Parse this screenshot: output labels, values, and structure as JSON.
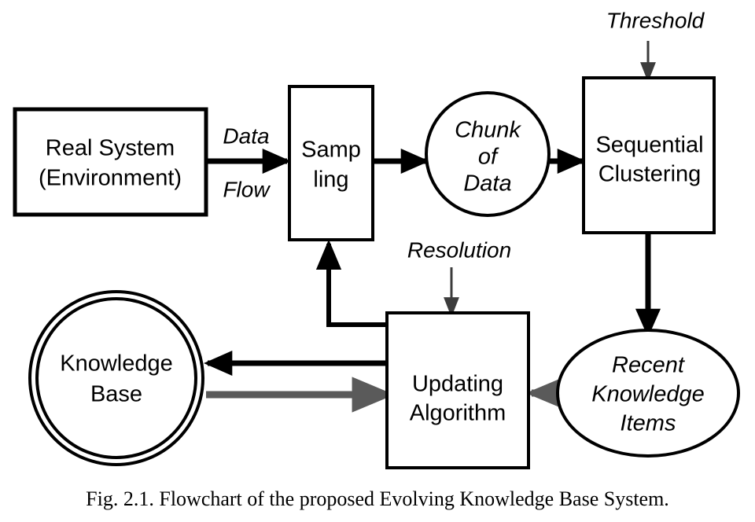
{
  "figure": {
    "caption": "Fig. 2.1. Flowchart of the proposed Evolving Knowledge Base System.",
    "colors": {
      "stroke_black": "#000000",
      "stroke_gray": "#5a5a5a",
      "fill_white": "#ffffff",
      "background": "#ffffff"
    }
  },
  "chart_data": {
    "type": "diagram",
    "diagram_kind": "flowchart",
    "title": "Fig. 2.1. Flowchart of the proposed Evolving Knowledge Base System.",
    "nodes": [
      {
        "id": "real-system",
        "label_line1": "Real System",
        "label_line2": "(Environment)",
        "shape": "rectangle",
        "style": "upright",
        "stroke": "#000000"
      },
      {
        "id": "sampling",
        "label_line1": "Samp",
        "label_line2": "ling",
        "shape": "rectangle",
        "style": "upright",
        "stroke": "#000000"
      },
      {
        "id": "chunk-of-data",
        "label_line1": "Chunk",
        "label_line2": "of",
        "label_line3": "Data",
        "shape": "circle",
        "style": "italic",
        "stroke": "#000000"
      },
      {
        "id": "sequential-clustering",
        "label_line1": "Sequential",
        "label_line2": "Clustering",
        "shape": "rectangle",
        "style": "upright",
        "stroke": "#000000"
      },
      {
        "id": "recent-knowledge-items",
        "label_line1": "Recent",
        "label_line2": "Knowledge",
        "label_line3": "Items",
        "shape": "ellipse",
        "style": "italic",
        "stroke": "#000000"
      },
      {
        "id": "updating-algorithm",
        "label_line1": "Updating",
        "label_line2": "Algorithm",
        "shape": "rectangle",
        "style": "upright",
        "stroke": "#000000"
      },
      {
        "id": "knowledge-base",
        "label_line1": "Knowledge",
        "label_line2": "Base",
        "shape": "double-circle",
        "style": "upright",
        "stroke": "#000000"
      }
    ],
    "edges": [
      {
        "id": "real-system-to-sampling",
        "from": "real-system",
        "to": "sampling",
        "label_line1": "Data",
        "label_line2": "Flow",
        "color": "#000000",
        "thickness": "thick",
        "direction": "right"
      },
      {
        "id": "sampling-to-chunk",
        "from": "sampling",
        "to": "chunk-of-data",
        "label_line1": "",
        "color": "#000000",
        "thickness": "thick",
        "direction": "right"
      },
      {
        "id": "chunk-to-sequential-clustering",
        "from": "chunk-of-data",
        "to": "sequential-clustering",
        "label_line1": "",
        "color": "#000000",
        "thickness": "thick",
        "direction": "right"
      },
      {
        "id": "threshold-to-sequential-clustering",
        "from": "threshold",
        "to": "sequential-clustering",
        "label_line1": "Threshold",
        "color": "#3c3c3c",
        "thickness": "thin",
        "direction": "down"
      },
      {
        "id": "sequential-clustering-to-recent-items",
        "from": "sequential-clustering",
        "to": "recent-knowledge-items",
        "label_line1": "",
        "color": "#000000",
        "thickness": "thick",
        "direction": "down"
      },
      {
        "id": "recent-items-to-updating-algorithm",
        "from": "recent-knowledge-items",
        "to": "updating-algorithm",
        "label_line1": "",
        "color": "#5a5a5a",
        "thickness": "medium",
        "direction": "left"
      },
      {
        "id": "resolution-to-updating-algorithm",
        "from": "resolution",
        "to": "updating-algorithm",
        "label_line1": "Resolution",
        "color": "#3c3c3c",
        "thickness": "thin",
        "direction": "down"
      },
      {
        "id": "updating-algorithm-to-knowledge-base",
        "from": "updating-algorithm",
        "to": "knowledge-base",
        "label_line1": "",
        "color": "#000000",
        "thickness": "thick",
        "direction": "left"
      },
      {
        "id": "knowledge-base-to-updating-algorithm",
        "from": "knowledge-base",
        "to": "updating-algorithm",
        "label_line1": "",
        "color": "#5a5a5a",
        "thickness": "medium",
        "direction": "right"
      },
      {
        "id": "updating-algorithm-to-sampling",
        "from": "updating-algorithm",
        "to": "sampling",
        "label_line1": "",
        "color": "#000000",
        "thickness": "medium",
        "direction": "up"
      }
    ],
    "external_inputs": [
      {
        "id": "threshold",
        "label": "Threshold",
        "target": "sequential-clustering"
      },
      {
        "id": "resolution",
        "label": "Resolution",
        "target": "updating-algorithm"
      }
    ]
  }
}
